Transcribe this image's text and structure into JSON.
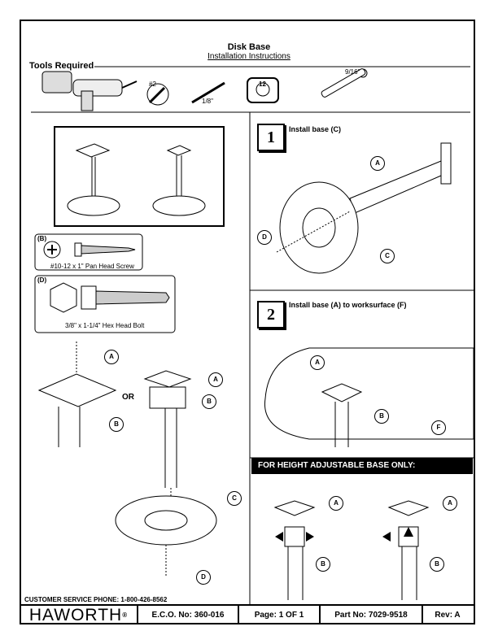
{
  "header": {
    "title": "Disk Base",
    "subtitle": "Installation Instructions",
    "tools_label": "Tools Required"
  },
  "tools": {
    "screwdriver_bit": "#2",
    "drill_bit": "1/8\"",
    "ratchet": "9/16\"",
    "tape_measure": "12"
  },
  "hardware": {
    "screw_tag": "(B)",
    "screw_label": "#10-12 x 1\" Pan Head Screw",
    "bolt_tag": "(D)",
    "bolt_label": "3/8\" x 1-1/4\" Hex Head Bolt"
  },
  "left_diagram": {
    "or_label": "OR",
    "callouts": [
      "A",
      "B",
      "A",
      "B",
      "C",
      "D"
    ]
  },
  "step1": {
    "number": "1",
    "title": "Install base (C)",
    "callouts": [
      "A",
      "D",
      "C"
    ]
  },
  "step2": {
    "number": "2",
    "title": "Install base (A) to worksurface (F)",
    "callouts": [
      "A",
      "B",
      "F"
    ]
  },
  "adjustable": {
    "banner": "FOR HEIGHT ADJUSTABLE BASE ONLY:",
    "callouts": [
      "A",
      "B",
      "A",
      "B"
    ]
  },
  "footer": {
    "phone": "CUSTOMER SERVICE PHONE: 1-800-426-8562",
    "logo": "HAWORTH",
    "logo_mark": "®",
    "eco": "E.C.O. No: 360-016",
    "page": "Page: 1 OF 1",
    "part": "Part No: 7029-9518",
    "rev": "Rev: A"
  }
}
